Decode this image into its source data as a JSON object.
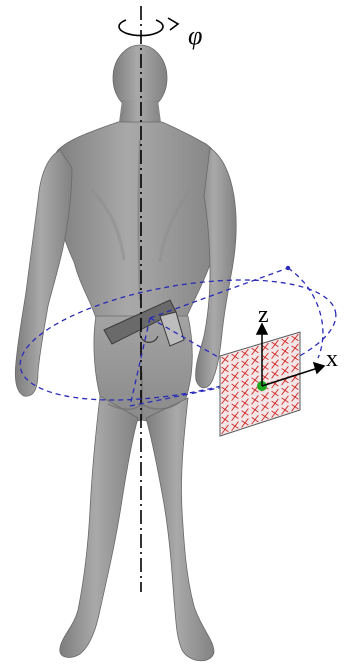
{
  "labels": {
    "rotation": "φ",
    "z_axis": "z",
    "x_axis": "x"
  },
  "colors": {
    "body_fill": "#9e9e9e",
    "body_shade": "#7b7b7b",
    "body_light": "#bdbdbd",
    "orbit": "#2b2bb8",
    "panel_fill": "#f3e6e6",
    "panel_mark": "#d02828",
    "origin_dot": "#22a822",
    "axis_line": "#000000"
  },
  "icons": {
    "rotation_arrow": "rotation-arrow-icon",
    "gun": "handgun-icon"
  },
  "diagram": {
    "subject": "human-figure-back-view",
    "concealed_object": "handgun",
    "antenna_panel_pattern": "crossed-diagonal-grid",
    "panel_grid_size": 8
  }
}
